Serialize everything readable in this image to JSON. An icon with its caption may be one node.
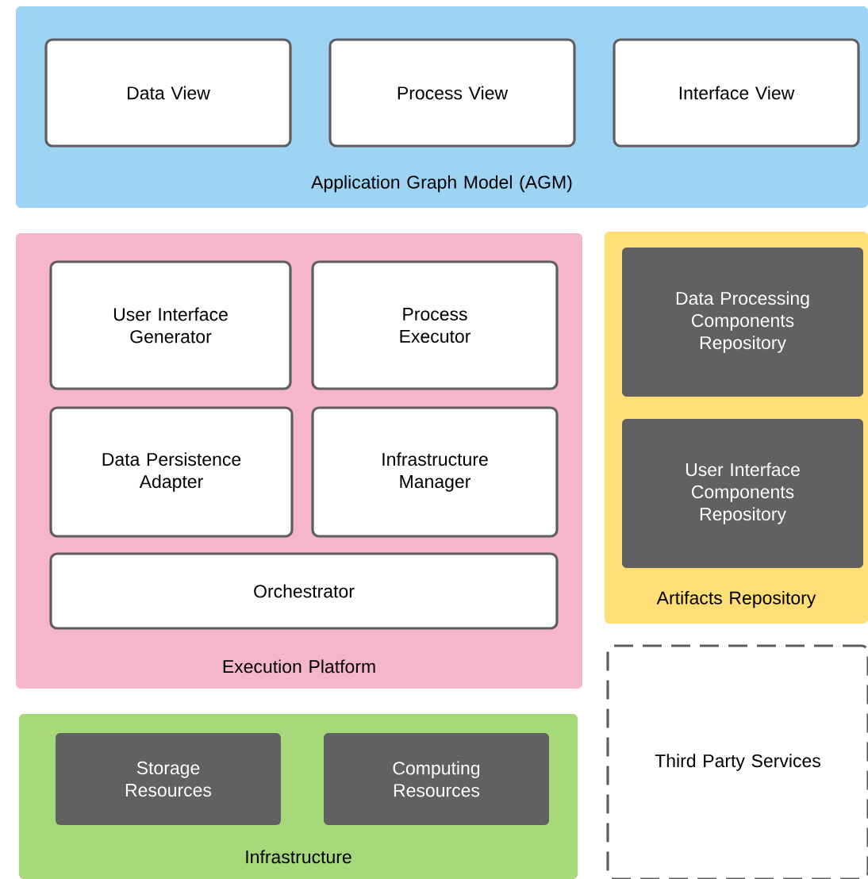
{
  "diagram": {
    "nodes": [
      {
        "text": [
          "Application Graph Model (AGM)"
        ]
      },
      {
        "text": [
          "Data View"
        ],
        "in": 0
      },
      {
        "text": [
          "Process View"
        ],
        "in": 0
      },
      {
        "text": [
          "Interface View"
        ],
        "in": 0
      },
      {
        "text": [
          "Execution Platform"
        ]
      },
      {
        "text": [
          "User Interface Generator"
        ],
        "in": 4
      },
      {
        "text": [
          "Process Executor"
        ],
        "in": 4
      },
      {
        "text": [
          "Data Persistence Adapter"
        ],
        "in": 4
      },
      {
        "text": [
          "Infrastructure Manager"
        ],
        "in": 4
      },
      {
        "text": [
          "Orchestrator"
        ],
        "in": 4
      },
      {
        "text": [
          "Artifacts Repository"
        ]
      },
      {
        "text": [
          "Data Processing Components Repository"
        ],
        "in": 10
      },
      {
        "text": [
          "User Interface Components Repository"
        ],
        "in": 10
      },
      {
        "text": [
          "Third Party Services"
        ]
      },
      {
        "text": [
          "Infrastructure"
        ]
      },
      {
        "text": [
          "Storage Resources"
        ],
        "in": 14
      },
      {
        "text": [
          "Computing Resources"
        ],
        "in": 14
      }
    ]
  }
}
